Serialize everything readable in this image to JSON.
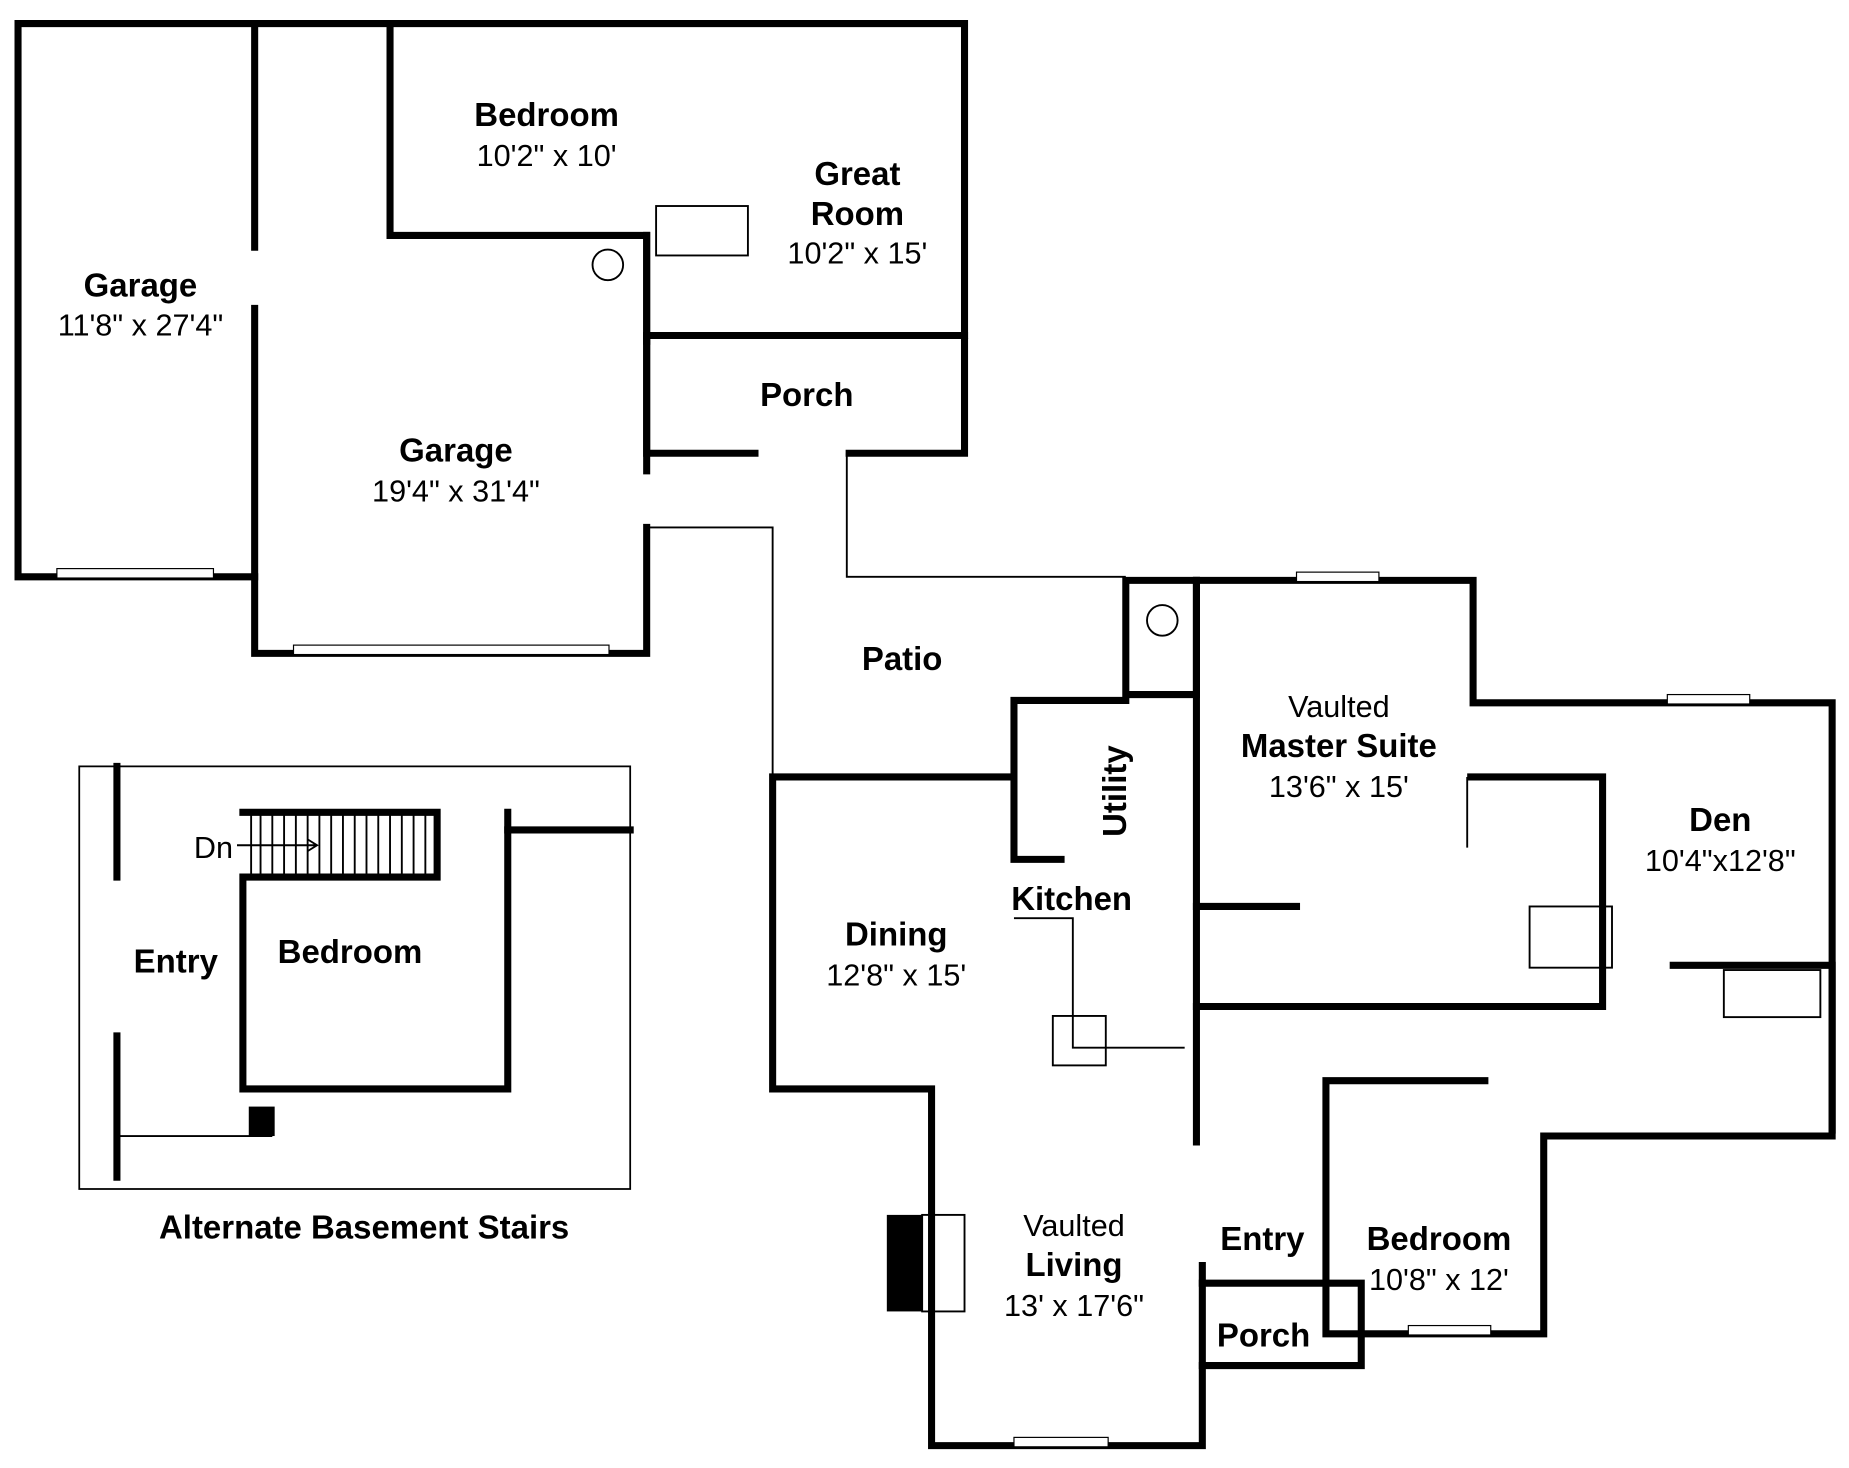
{
  "rooms": {
    "garage_left": {
      "name": "Garage",
      "size": "11'8\" x 27'4\""
    },
    "garage_right": {
      "name": "Garage",
      "size": "19'4\" x 31'4\""
    },
    "bedroom_upper": {
      "name": "Bedroom",
      "size": "10'2\" x 10'"
    },
    "great_room": {
      "name1": "Great",
      "name2": "Room",
      "size": "10'2\" x 15'"
    },
    "porch_upper": {
      "name": "Porch"
    },
    "patio": {
      "name": "Patio"
    },
    "utility": {
      "name": "Utility"
    },
    "kitchen": {
      "name": "Kitchen"
    },
    "master": {
      "prefix": "Vaulted",
      "name": "Master Suite",
      "size": "13'6\" x 15'"
    },
    "den": {
      "name": "Den",
      "size": "10'4\"x12'8\""
    },
    "dining": {
      "name": "Dining",
      "size": "12'8\" x 15'"
    },
    "living": {
      "prefix": "Vaulted",
      "name": "Living",
      "size": "13' x 17'6\""
    },
    "entry": {
      "name": "Entry"
    },
    "porch_lower": {
      "name": "Porch"
    },
    "bedroom_lower": {
      "name": "Bedroom",
      "size": "10'8\" x 12'"
    }
  },
  "inset": {
    "caption": "Alternate Basement Stairs",
    "stairs_label": "Dn",
    "entry": "Entry",
    "bedroom": "Bedroom"
  }
}
